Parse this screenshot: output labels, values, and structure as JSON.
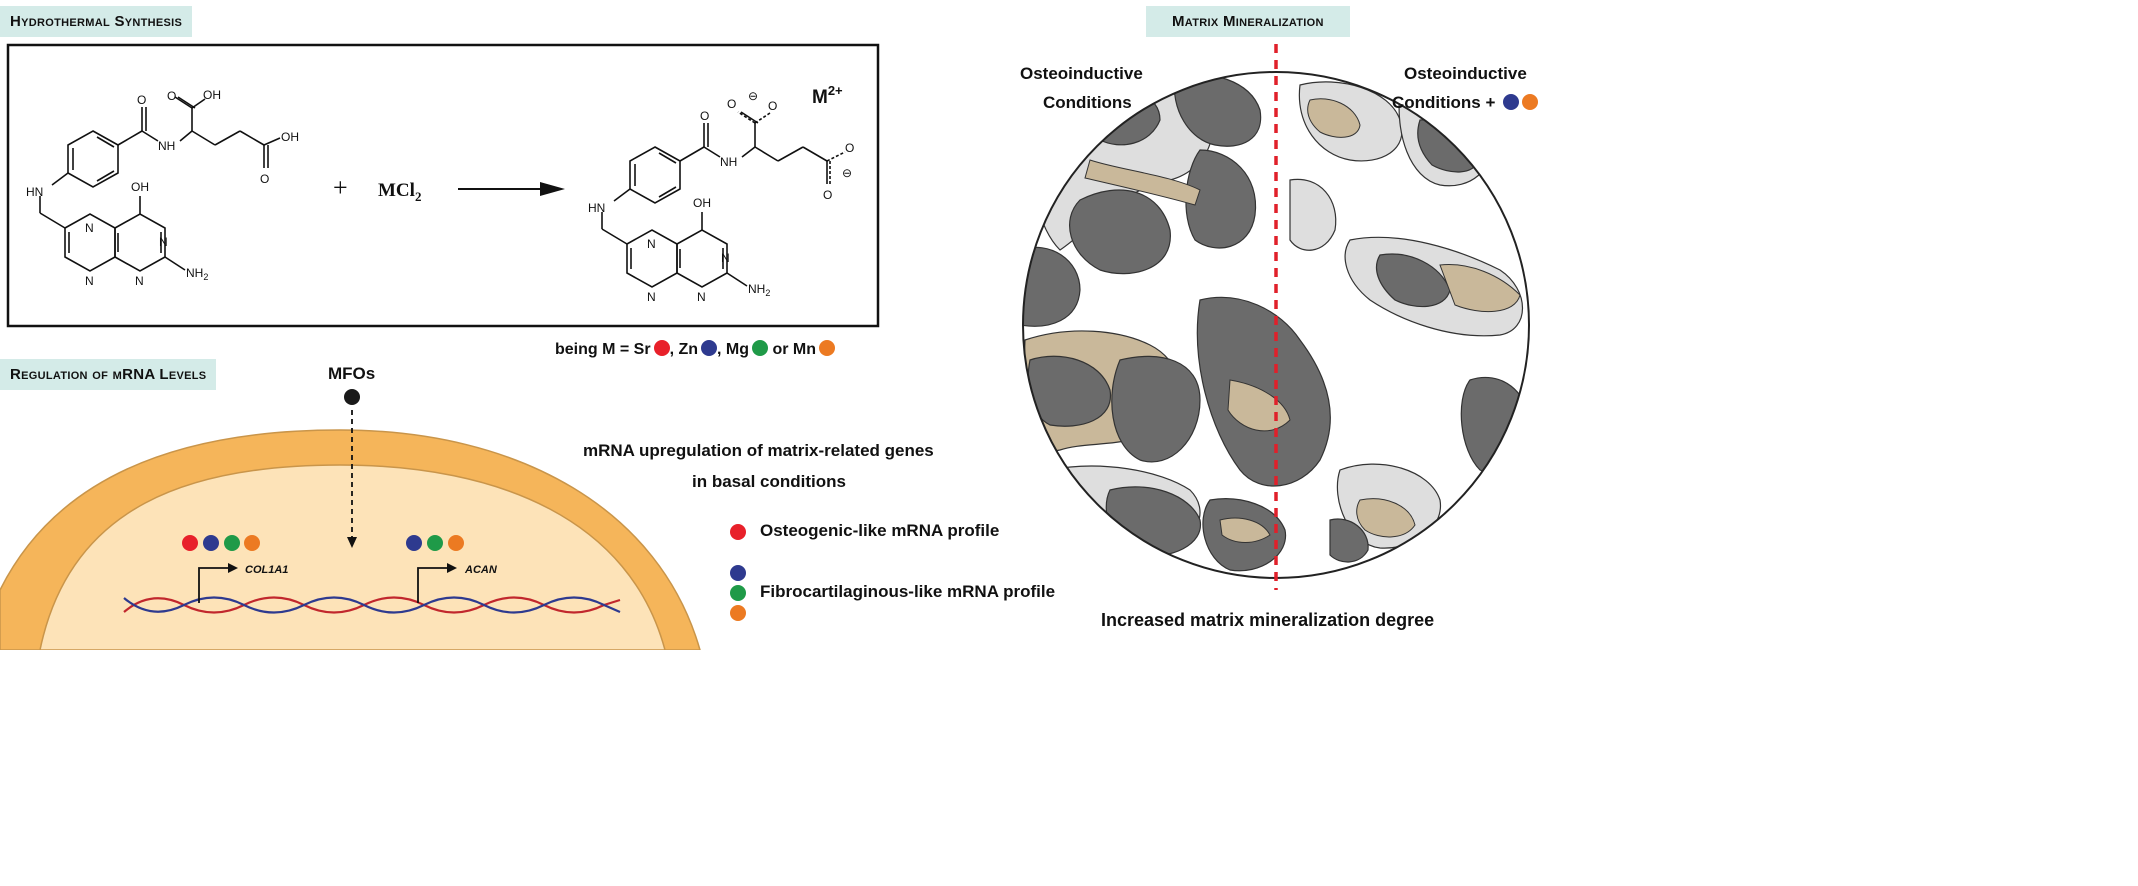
{
  "sections": {
    "synthesis": "Hydrothermal Synthesis",
    "regulation": "Regulation of mRNA Levels",
    "mineralization": "Matrix Mineralization"
  },
  "reaction": {
    "reagent": "MCl",
    "reagent_sub": "2",
    "plus": "+",
    "metal_ion": "M",
    "metal_charge": "2+",
    "atoms": {
      "oh": "OH",
      "o": "O",
      "nh": "NH",
      "hn": "HN",
      "n": "N",
      "nh2": "NH",
      "nh2_sub": "2",
      "minus": "⊖"
    }
  },
  "metals": {
    "prefix": "being M = ",
    "items": [
      {
        "label": "Sr",
        "color": "#e8202a",
        "sep": ", "
      },
      {
        "label": "Zn",
        "color": "#2e3a8f",
        "sep": ", "
      },
      {
        "label": "Mg",
        "color": "#1f9a48",
        "sep": " or "
      },
      {
        "label": "Mn",
        "color": "#ec7a22",
        "sep": ""
      }
    ]
  },
  "mrna": {
    "mfos_label": "MFOs",
    "gene1": "COL1A1",
    "gene2": "ACAN",
    "upregulation_line1": "mRNA upregulation of matrix-related genes",
    "upregulation_line2": "in basal conditions",
    "osteogenic": "Osteogenic-like mRNA profile",
    "fibro": "Fibrocartilaginous-like mRNA profile"
  },
  "mineral": {
    "left_line1": "Osteoinductive",
    "left_line2": "Conditions",
    "right_line1": "Osteoinductive",
    "right_line2": "Conditions + ",
    "bottom": "Increased matrix mineralization degree"
  },
  "colors": {
    "red": "#e8202a",
    "blue": "#2e3a8f",
    "green": "#1f9a48",
    "orange": "#ec7a22",
    "tag_bg": "#d4ebe8",
    "cell_outer": "#f5b55a",
    "cell_inner": "#fde3b8",
    "dark_matrix": "#6b6b6b",
    "tan_matrix": "#c9b89a",
    "light_matrix": "#dedede"
  }
}
